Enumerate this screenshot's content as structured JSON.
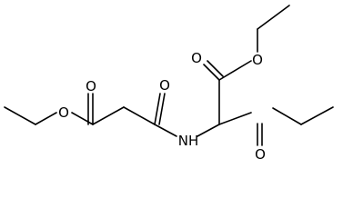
{
  "molecule": {
    "atoms": {
      "o1": "O",
      "o2": "O",
      "o3": "O",
      "o4": "O",
      "o5": "O",
      "o6": "O",
      "n1": "NH"
    }
  },
  "colors": {
    "bond": "#000000",
    "label": "#000000",
    "background": "#ffffff"
  }
}
